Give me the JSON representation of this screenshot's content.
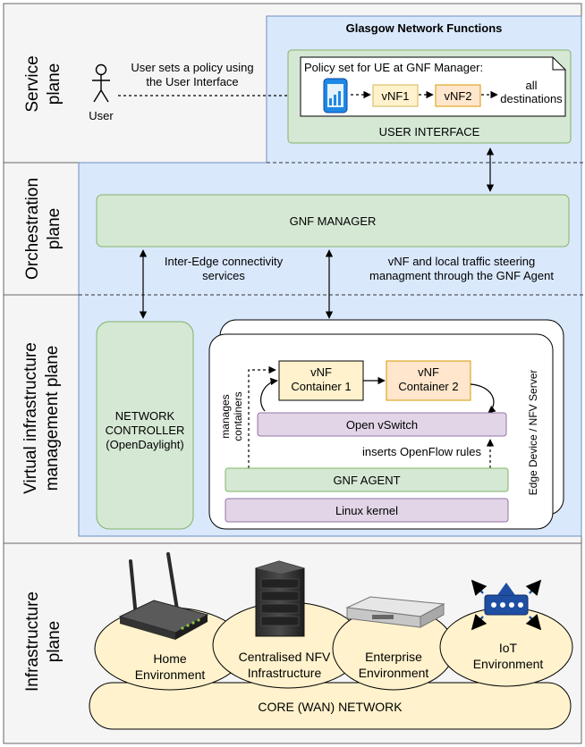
{
  "planes": {
    "service": [
      "Service",
      "plane"
    ],
    "orchestration": [
      "Orchestration",
      "plane"
    ],
    "virtual": [
      "Virtual infrastructure",
      "management plane"
    ],
    "infrastructure": [
      "Infrastructure",
      "plane"
    ]
  },
  "gnf_title": "Glasgow Network Functions",
  "user": {
    "label": "User",
    "policy_note": [
      "User sets a policy using",
      "the User Interface"
    ]
  },
  "policy": {
    "title": "Policy set for UE at GNF Manager:",
    "vnf1": "vNF1",
    "vnf2": "vNF2",
    "destination": [
      "all",
      "destinations"
    ]
  },
  "user_interface": "USER INTERFACE",
  "gnf_manager": "GNF MANAGER",
  "inter_edge": [
    "Inter-Edge connectivity",
    "services"
  ],
  "steering": [
    "vNF and local traffic steering",
    "managment through the GNF Agent"
  ],
  "network_controller": [
    "NETWORK",
    "CONTROLLER",
    "(OpenDaylight)"
  ],
  "container1": [
    "vNF",
    "Container 1"
  ],
  "container2": [
    "vNF",
    "Container 2"
  ],
  "manages_containers": [
    "manages",
    "containers"
  ],
  "open_vswitch": "Open vSwitch",
  "inserts_rules": "inserts OpenFlow rules",
  "gnf_agent": "GNF AGENT",
  "linux_kernel": "Linux kernel",
  "edge_device": "Edge Device / NFV Server",
  "environments": {
    "home": [
      "Home",
      "Environment"
    ],
    "nfv": [
      "Centralised NFV",
      "Infrastructure"
    ],
    "enterprise": [
      "Enterprise",
      "Environment"
    ],
    "iot": [
      "IoT",
      "Environment"
    ]
  },
  "core_network": "CORE (WAN) NETWORK",
  "colors": {
    "plane_bg": "#f5f5f5",
    "gnf_blue": "#dae8fc",
    "gnf_blue_border": "#6c8ebf",
    "green": "#d5e8d4",
    "green_border": "#82b366",
    "purple": "#e1d5e7",
    "purple_border": "#9673a6",
    "yellow": "#fff2cc",
    "orange": "#ffe6cc",
    "sand": "#fff2cc",
    "sand_border": "#d6b656"
  }
}
